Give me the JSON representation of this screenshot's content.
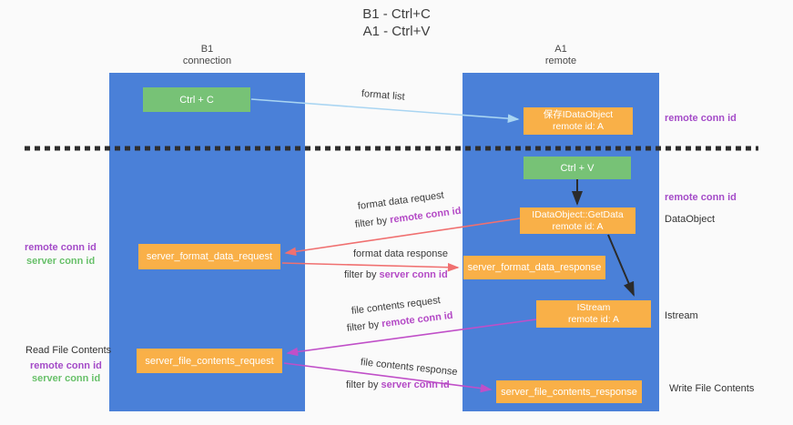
{
  "title": {
    "line1": "B1 - Ctrl+C",
    "line2": "A1 - Ctrl+V"
  },
  "lanes": {
    "left": {
      "name": "B1",
      "subtitle": "connection"
    },
    "right": {
      "name": "A1",
      "subtitle": "remote"
    }
  },
  "boxes": {
    "ctrl_c": {
      "label": "Ctrl + C"
    },
    "save_idataobject": {
      "line1": "保存IDataObject",
      "line2": "remote id: A"
    },
    "ctrl_v": {
      "label": "Ctrl + V"
    },
    "getdata": {
      "line1": "IDataObject::GetData",
      "line2": "remote id: A"
    },
    "istream": {
      "line1": "IStream",
      "line2": "remote id: A"
    },
    "format_request": {
      "label": "server_format_data_request"
    },
    "format_response": {
      "label": "server_format_data_response"
    },
    "file_request": {
      "label": "server_file_contents_request"
    },
    "file_response": {
      "label": "server_file_contents_response"
    }
  },
  "side_labels": {
    "right_remote_conn_top": "remote conn id",
    "right_remote_conn_mid": "remote conn id",
    "dataobject": "DataObject",
    "istream": "Istream",
    "write_file": "Write File Contents",
    "left_remote_conn_top": "remote conn id",
    "left_server_conn_top": "server conn id",
    "read_file": "Read File Contents",
    "left_remote_conn_bottom": "remote conn id",
    "left_server_conn_bottom": "server conn id"
  },
  "arrow_labels": {
    "format_list": "format list",
    "format_request": "format data request",
    "format_request_filter": "filter by ",
    "format_request_key": "remote conn id",
    "format_response": "format data response",
    "format_response_filter": "filter by ",
    "format_response_key": "server conn id",
    "file_request": "file contents request",
    "file_request_filter": "filter by ",
    "file_request_key": "remote conn id",
    "file_response": "file contents response",
    "file_response_filter": "filter by ",
    "file_response_key": "server conn id"
  },
  "colors": {
    "lane_blue": "#4a80d8",
    "box_orange": "#f9b048",
    "box_green": "#77c276",
    "purple_text": "#a44bc8",
    "green_text": "#68c06a",
    "red_arrow": "#f07070",
    "magenta_arrow": "#c04fc8",
    "light_blue_arrow": "#a9d5f2",
    "black_arrow": "#2b2b2b",
    "dash": "#2e2e2e"
  }
}
